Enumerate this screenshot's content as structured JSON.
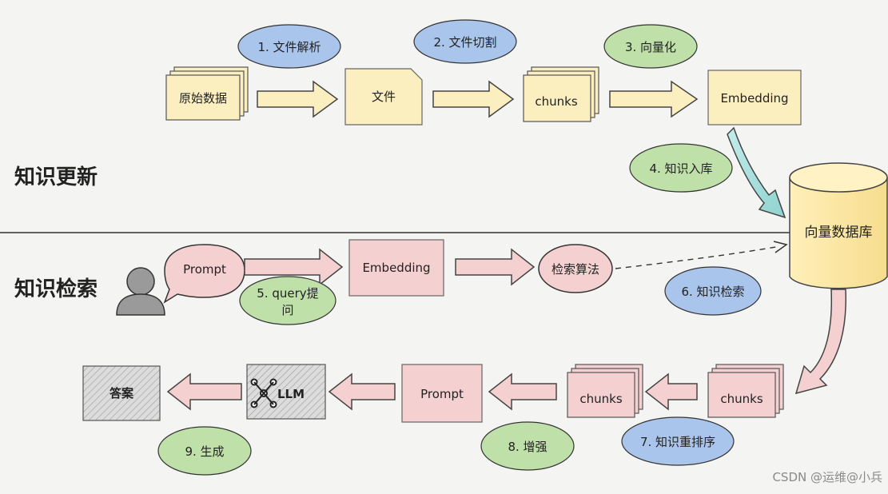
{
  "sections": {
    "update": "知识更新",
    "retrieval": "知识检索"
  },
  "nodes": {
    "raw_data": "原始数据",
    "file": "文件",
    "chunks_top": "chunks",
    "embedding_top": "Embedding",
    "vector_db": "向量数据库",
    "prompt_user": "Prompt",
    "embedding_mid": "Embedding",
    "search_algo": "检索算法",
    "chunks_right": "chunks",
    "chunks_left": "chunks",
    "prompt_bottom": "Prompt",
    "llm": "LLM",
    "answer": "答案"
  },
  "steps": {
    "s1": "1. 文件解析",
    "s2": "2. 文件切割",
    "s3": "3. 向量化",
    "s4": "4. 知识入库",
    "s5_line1": "5. query提",
    "s5_line2": "问",
    "s6": "6. 知识检索",
    "s7": "7. 知识重排序",
    "s8": "8. 增强",
    "s9": "9. 生成"
  },
  "watermark": "CSDN @运维@小兵",
  "colors": {
    "yellow_fill": "#fbeebf",
    "yellow_stroke": "#b9a263",
    "pink_fill": "#f5d0d0",
    "pink_stroke": "#c98a8a",
    "blue_bubble": "#a9c5ec",
    "green_bubble": "#bfe0a9",
    "gray_box": "#d3d3d3"
  }
}
